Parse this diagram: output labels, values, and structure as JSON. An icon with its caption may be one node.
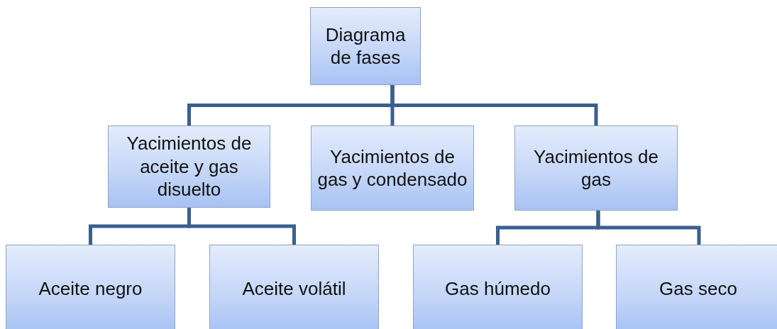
{
  "diagram": {
    "nodes": [
      {
        "text": [
          "Diagrama de fases"
        ]
      },
      {
        "text": [
          "Yacimientos de aceite y gas disuelto"
        ]
      },
      {
        "text": [
          "Yacimientos de gas y condensado"
        ]
      },
      {
        "text": [
          "Yacimientos de gas"
        ]
      },
      {
        "text": [
          "Aceite negro"
        ]
      },
      {
        "text": [
          "Aceite volátil"
        ]
      },
      {
        "text": [
          "Gas húmedo"
        ]
      },
      {
        "text": [
          "Gas seco"
        ]
      }
    ],
    "edges": [
      {
        "from": 0,
        "to": 1,
        "arrow": "none"
      },
      {
        "from": 0,
        "to": 2,
        "arrow": "none"
      },
      {
        "from": 0,
        "to": 3,
        "arrow": "none"
      },
      {
        "from": 1,
        "to": 4,
        "arrow": "none"
      },
      {
        "from": 1,
        "to": 5,
        "arrow": "none"
      },
      {
        "from": 3,
        "to": 6,
        "arrow": "none"
      },
      {
        "from": 3,
        "to": 7,
        "arrow": "none"
      }
    ]
  }
}
